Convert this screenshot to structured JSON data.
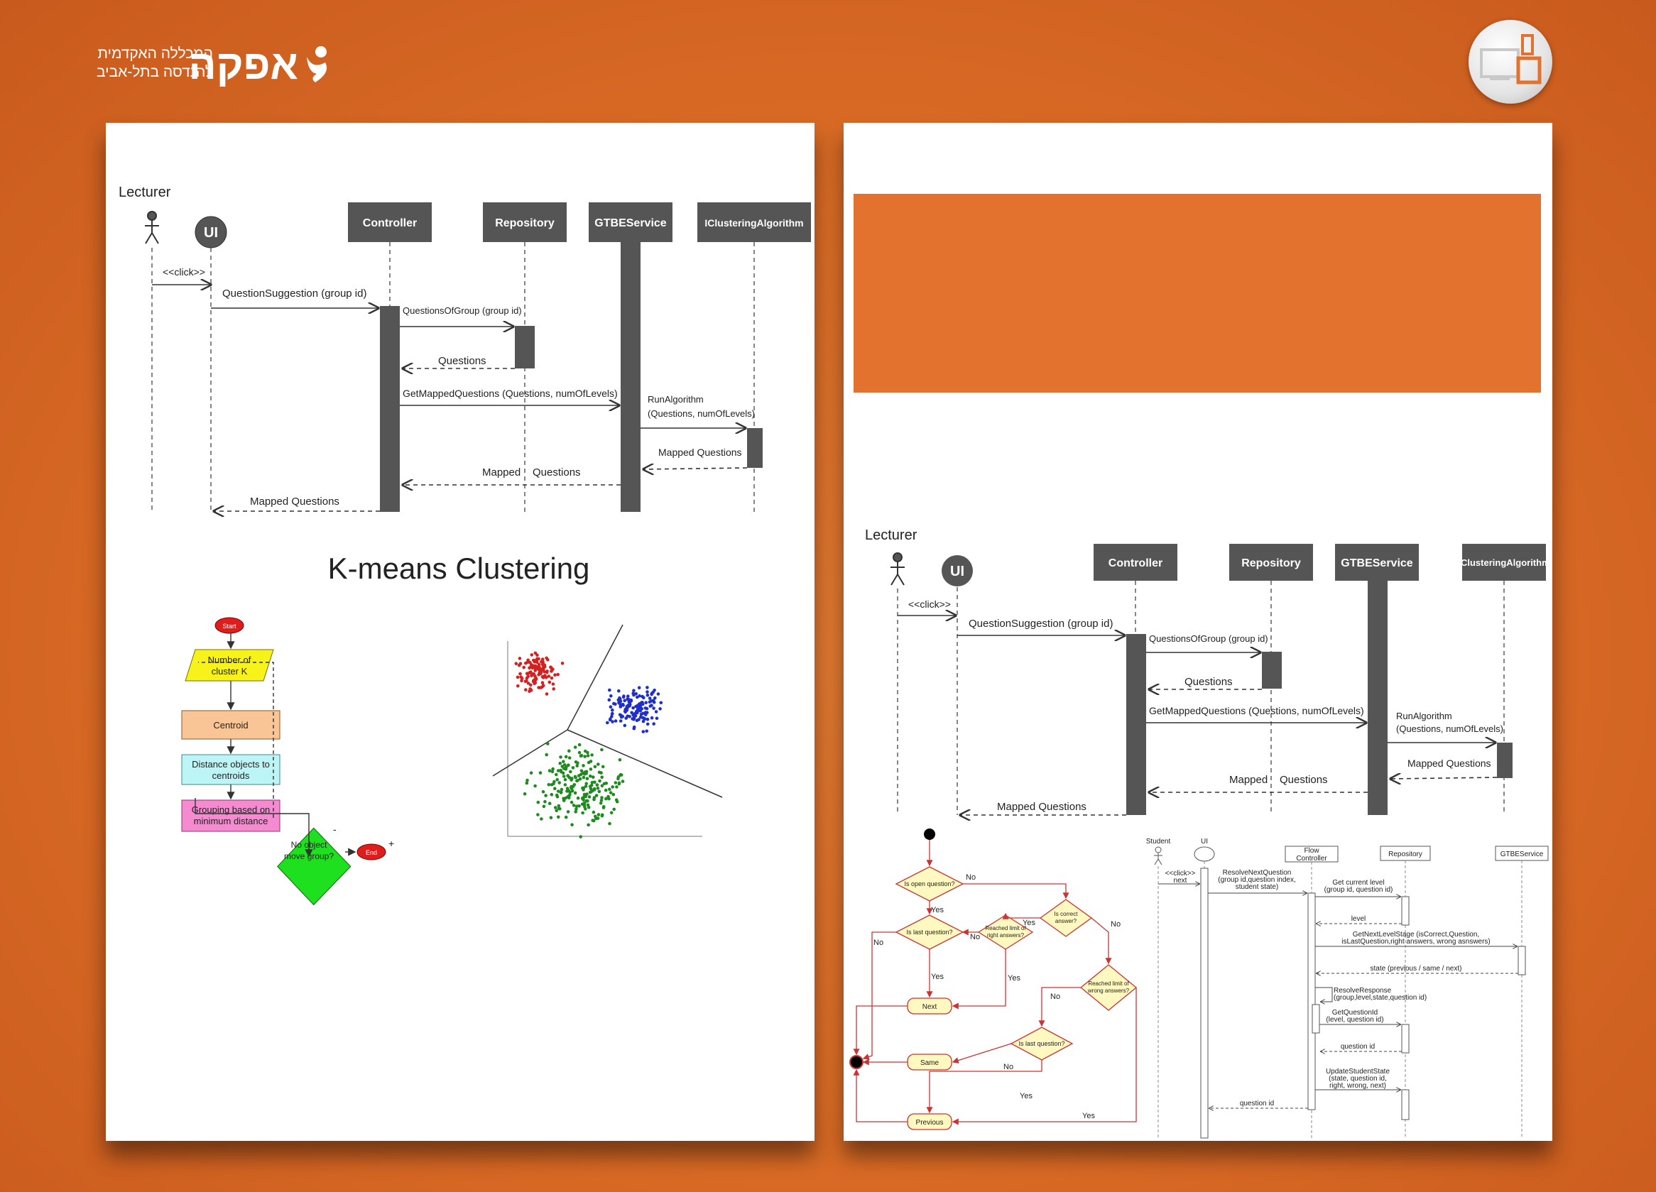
{
  "brand": {
    "line1": "המכללה האקדמית",
    "line2": "להנדסה בתל-אביב",
    "name": "אפקה",
    "colors": {
      "background": "#dd6e27",
      "accent": "#e2722e"
    }
  },
  "corner_icon": {
    "name": "devices-icon"
  },
  "sequence": {
    "actor": "Lecturer",
    "ui": "UI",
    "lifelines": [
      "Controller",
      "Repository",
      "GTBEService",
      "IClusteringAlgorithm"
    ],
    "messages": {
      "click": "<<click>>",
      "question_suggestion": "QuestionSuggestion (group id)",
      "questions_of_group": "QuestionsOfGroup (group id)",
      "questions": "Questions",
      "get_mapped": "GetMappedQuestions (Questions, numOfLevels)",
      "run_algorithm_1": "RunAlgorithm",
      "run_algorithm_2": "(Questions, numOfLevels)",
      "mapped_questions": "Mapped Questions",
      "mapped": "Mapped",
      "questions2": "Questions"
    }
  },
  "kmeans": {
    "title": "K-means Clustering",
    "flow": {
      "start": "Start",
      "input_1": "Number of",
      "input_2": "cluster K",
      "centroid": "Centroid",
      "distance_1": "Distance objects to",
      "distance_2": "centroids",
      "grouping_1": "Grouping based on",
      "grouping_2": "minimum distance",
      "decision_1": "No object",
      "decision_2": "move group?",
      "end": "End",
      "minus": "-",
      "plus": "+"
    },
    "scatter_colors": [
      "#d42020",
      "#1f2fc8",
      "#1f8a1f"
    ]
  },
  "activity": {
    "is_open": "Is open question?",
    "is_correct_1": "Is correct",
    "is_correct_2": "answer?",
    "is_last": "Is last question?",
    "reached_right_1": "Reached limit of",
    "reached_right_2": "right answers?",
    "reached_wrong_1": "Reached limit of",
    "reached_wrong_2": "wrong answers?",
    "is_last2": "Is last question?",
    "next": "Next",
    "same": "Same",
    "previous": "Previous",
    "yes": "Yes",
    "no": "No"
  },
  "sequence2": {
    "student": "Student",
    "ui": "UI",
    "flow_1": "Flow",
    "flow_2": "Controller",
    "repository": "Repository",
    "service": "GTBEService",
    "m_click_1": "<<click>>",
    "m_click_2": "next",
    "m_resolve_1": "ResolveNextQuestion",
    "m_resolve_2": "(group id,question index,",
    "m_resolve_3": "student state)",
    "m_level_1": "Get current level",
    "m_level_2": "(group id, question id)",
    "m_level_ret": "level",
    "m_next_1": "GetNextLevelStage (isCorrect,Question,",
    "m_next_2": "isLastQuestion,right answers, wrong asnswers)",
    "m_state_ret": "state (previous / same / next)",
    "m_resp_1": "ResolveResponse",
    "m_resp_2": "(group,level,state,question id)",
    "m_qid_1": "GetQuestionId",
    "m_qid_2": "(level, question id)",
    "m_qid_ret": "question id",
    "m_upd_1": "UpdateStudentState",
    "m_upd_2": "(state, question id,",
    "m_upd_3": "right, wrong, next)",
    "m_final_ret": "question id"
  }
}
